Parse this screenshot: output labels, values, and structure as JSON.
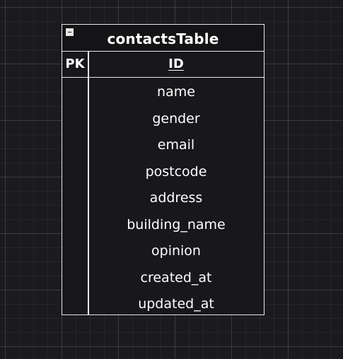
{
  "table": {
    "title": "contactsTable",
    "primary_key": {
      "label": "PK",
      "field": "ID"
    },
    "fields": [
      "name",
      "gender",
      "email",
      "postcode",
      "address",
      "building_name",
      "opinion",
      "created_at",
      "updated_at"
    ]
  },
  "colors": {
    "background": "#1b1b1f",
    "stroke": "#e8e8e8",
    "text": "#ffffff"
  }
}
